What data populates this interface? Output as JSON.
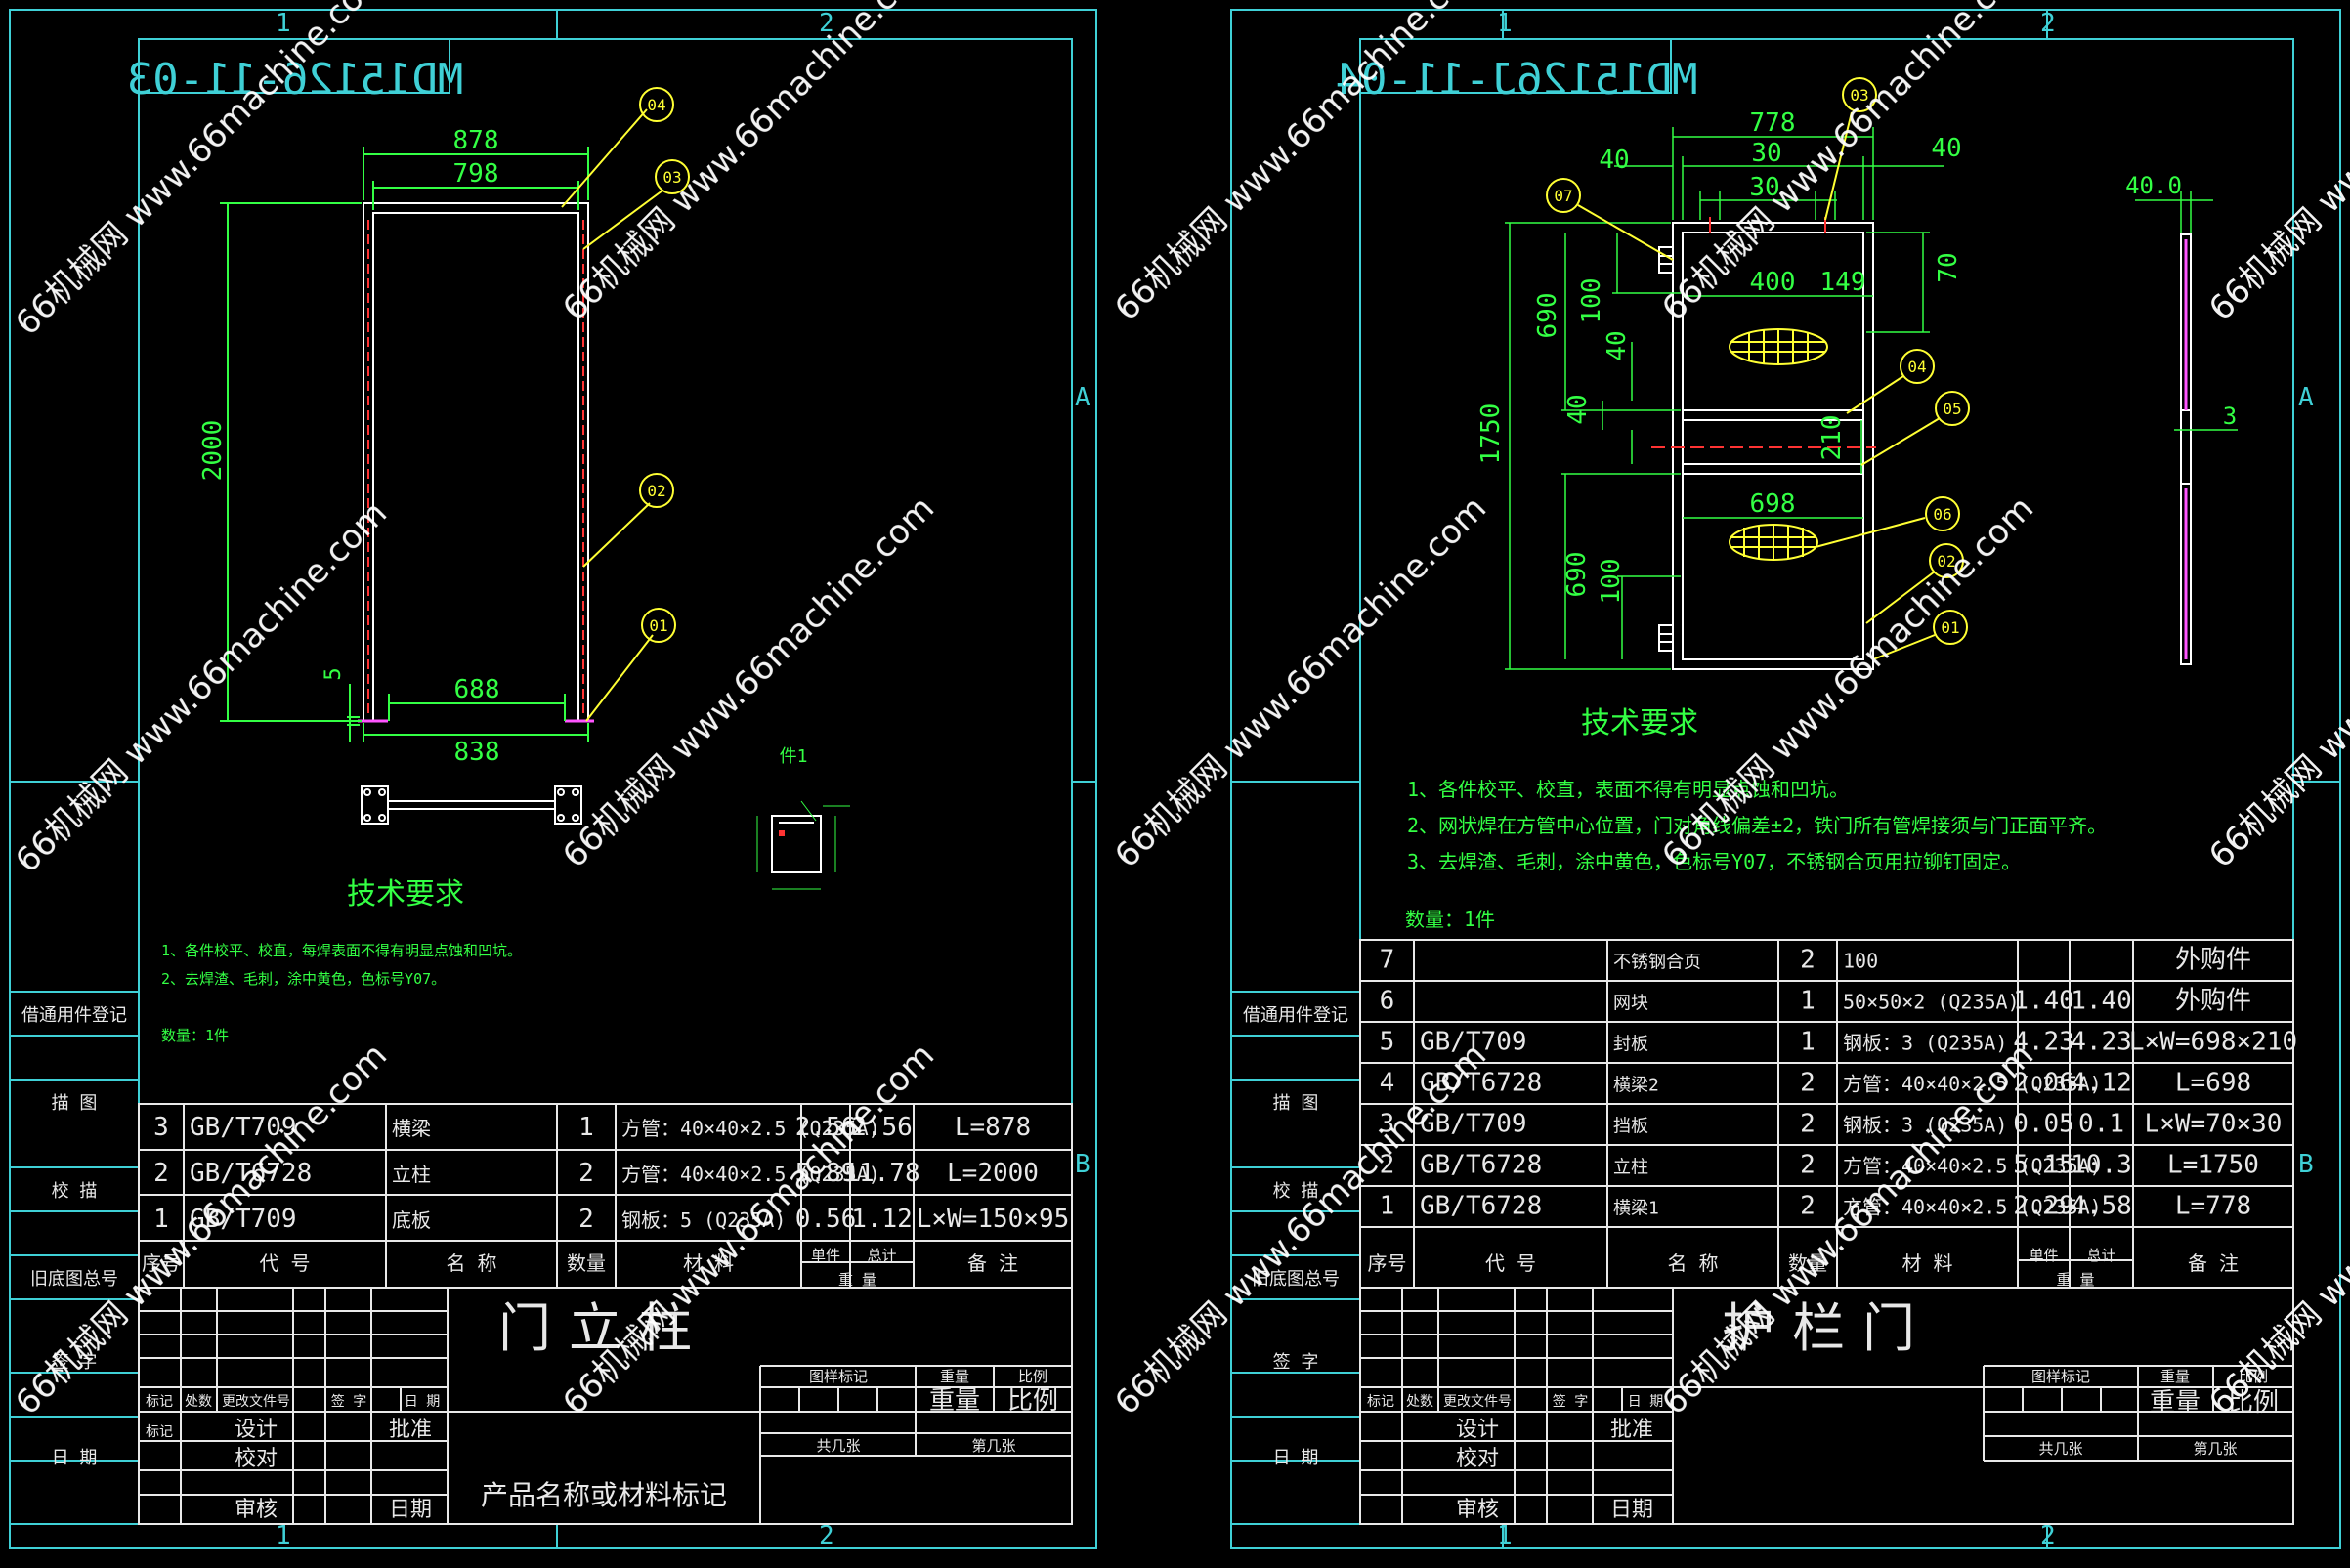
{
  "colors": {
    "frame": "#3fd0d6",
    "green": "#33ff44",
    "yellow": "#ffff33",
    "white": "#ffffff",
    "red": "#ff3333",
    "magenta": "#ff55ff",
    "table": "#e8e8e8"
  },
  "zones": {
    "one": "1",
    "two": "2",
    "a": "A",
    "b": "B"
  },
  "watermark": "66机械网 www.66machine.com",
  "left": {
    "code": "MD15126-11-03",
    "dims": {
      "d878": "878",
      "d798": "798",
      "d2000": "2000",
      "d5": "5",
      "d688": "688",
      "d838": "838"
    },
    "balloons": {
      "b04": "04",
      "b03": "03",
      "b02": "02",
      "b01": "01"
    },
    "part_label": "件1",
    "tech_title": "技术要求",
    "tech_lines": [
      "1、各件校平、校直，每焊表面不得有明显点蚀和凹坑。",
      "2、去焊渣、毛刺，涂中黄色，色标号Y07。"
    ],
    "qty": "数量：1件",
    "bom": [
      [
        "3",
        "GB/T709",
        "横梁",
        "1",
        "方管：40×40×2.5 (Q235A)",
        "2.56",
        "2.56",
        "L=878"
      ],
      [
        "2",
        "GB/T6728",
        "立柱",
        "2",
        "方管：40×40×2.5 (Q235A)",
        "5.89",
        "11.78",
        "L=2000"
      ],
      [
        "1",
        "GB/T709",
        "底板",
        "2",
        "钢板：5 (Q235A)",
        "0.56",
        "1.12",
        "L×W=150×95"
      ]
    ],
    "header": [
      "序号",
      "代  号",
      "名  称",
      "数量",
      "材  料",
      "单件",
      "总计",
      "备  注"
    ],
    "weight": "重  量",
    "title": "门立柱",
    "title_small": [
      "图样标记",
      "重量",
      "比例"
    ],
    "title_big": [
      "重量",
      "比例"
    ],
    "sheet": [
      "共几张",
      "第几张"
    ],
    "sig": [
      "标记",
      "处数",
      "更改文件号",
      "签 字",
      "日 期"
    ],
    "roles": [
      "设计",
      "校对",
      "批准",
      "审核",
      "日期"
    ],
    "material_note": "产品名称或材料标记",
    "side_labels": [
      "借通用件登记",
      "描  图",
      "校  描",
      "旧底图总号",
      "签  字",
      "日  期"
    ]
  },
  "right": {
    "code": "MD15126J-11-04",
    "dims": {
      "d778": "778",
      "d30a": "30",
      "d30b": "30",
      "d40a": "40",
      "d40b": "40",
      "d40c": "40",
      "d40d": "40",
      "d400": "400",
      "d149": "149",
      "d70": "70",
      "d690a": "690",
      "d690b": "690",
      "d100a": "100",
      "d100b": "100",
      "d1750": "1750",
      "d210": "210",
      "d698": "698",
      "d40_0": "40.0",
      "d3": "3"
    },
    "balloons": {
      "b03": "03",
      "b07": "07",
      "b04": "04",
      "b05": "05",
      "b06": "06",
      "b02": "02",
      "b01": "01"
    },
    "tech_title": "技术要求",
    "tech_lines": [
      "1、各件校平、校直，表面不得有明显点蚀和凹坑。",
      "2、网状焊在方管中心位置，门对角线偏差±2，铁门所有管焊接须与门正面平齐。",
      "3、去焊渣、毛刺，涂中黄色，色标号Y07，不锈钢合页用拉铆钉固定。"
    ],
    "qty": "数量：1件",
    "bom": [
      [
        "7",
        "",
        "不锈钢合页",
        "2",
        "100",
        "",
        "",
        "外购件"
      ],
      [
        "6",
        "",
        "网块",
        "1",
        "50×50×2 (Q235A)",
        "1.40",
        "1.40",
        "外购件"
      ],
      [
        "5",
        "GB/T709",
        "封板",
        "1",
        "钢板：3 (Q235A)",
        "4.23",
        "4.23",
        "L×W=698×210"
      ],
      [
        "4",
        "GB/T6728",
        "横梁2",
        "2",
        "方管：40×40×2.5 (Q235A)",
        "2.06",
        "4.12",
        "L=698"
      ],
      [
        "3",
        "GB/T709",
        "挡板",
        "2",
        "钢板：3 (Q235A)",
        "0.05",
        "0.1",
        "L×W=70×30"
      ],
      [
        "2",
        "GB/T6728",
        "立柱",
        "2",
        "方管：40×40×2.5 (Q235A)",
        "5.15",
        "10.3",
        "L=1750"
      ],
      [
        "1",
        "GB/T6728",
        "横梁1",
        "2",
        "方管：40×40×2.5 (Q235A)",
        "2.29",
        "4.58",
        "L=778"
      ]
    ],
    "header": [
      "序号",
      "代  号",
      "名  称",
      "数量",
      "材  料",
      "单件",
      "总计",
      "备  注"
    ],
    "weight": "重  量",
    "title": "护栏门",
    "title_small": [
      "图样标记",
      "重量",
      "比例"
    ],
    "title_big": [
      "重量",
      "比例"
    ],
    "sheet": [
      "共几张",
      "第几张"
    ],
    "sig": [
      "标记",
      "处数",
      "更改文件号",
      "签 字",
      "日 期"
    ],
    "roles": [
      "设计",
      "校对",
      "批准",
      "审核",
      "日期"
    ],
    "side_labels": [
      "借通用件登记",
      "描  图",
      "校  描",
      "旧底图总号",
      "签  字",
      "日  期"
    ]
  }
}
